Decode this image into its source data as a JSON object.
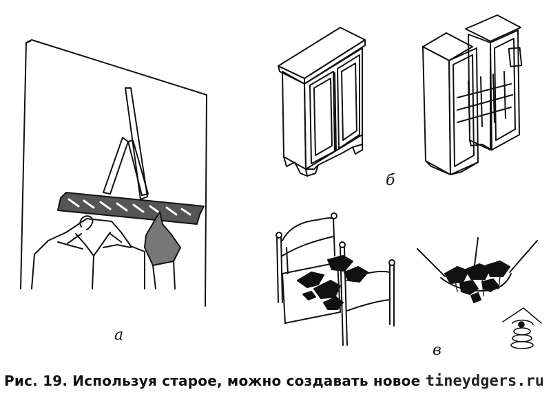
{
  "figure": {
    "caption": "Рис. 19. Используя старое, можно создавать новое",
    "watermark": "tineydgers.ru",
    "labels": {
      "a": "а",
      "b": "б",
      "v": "в"
    }
  },
  "illustrations": [
    {
      "id": "a",
      "icon": "rake-hanger-with-shirts-icon"
    },
    {
      "id": "b-left",
      "icon": "closed-wardrobe-icon"
    },
    {
      "id": "b-right",
      "icon": "open-wardrobe-with-shelves-icon"
    },
    {
      "id": "v-left",
      "icon": "toy-bed-with-toys-icon"
    },
    {
      "id": "v-right",
      "icon": "hanging-net-with-toys-icon"
    }
  ],
  "colors": {
    "ink": "#111111",
    "paper": "#ffffff"
  }
}
